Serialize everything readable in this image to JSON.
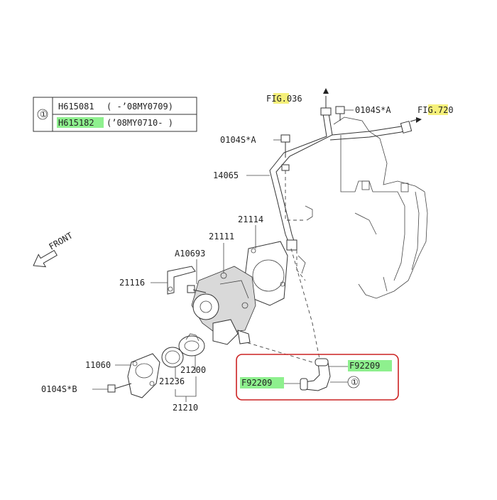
{
  "table": {
    "circle": "①",
    "rows": [
      {
        "part": "H615081",
        "range": "( -’08MY0709)"
      },
      {
        "part": "H615182",
        "range": "(’08MY0710- )"
      }
    ]
  },
  "fig_refs": {
    "fig036": "FIG.036",
    "fig720": "FIG.720"
  },
  "labels": {
    "bolt_a_top": "0104S*A",
    "bolt_a_mid": "0104S*A",
    "bolt_b": "0104S*B",
    "pipe": "14065",
    "gasket_21114": "21114",
    "pump_21111": "21111",
    "bolt_a10693": "A10693",
    "bracket_21116": "21116",
    "cover_11060": "11060",
    "thermostat_21200": "21200",
    "gasket_21236": "21236",
    "assembly_21210": "21210",
    "front": "FRONT",
    "clip_right": "F92209",
    "clip_left": "F92209",
    "hose_circle": "①"
  },
  "colors": {
    "highlight_green": "#8ef08e",
    "highlight_yellow": "#f5f07a",
    "callout_box": "#cc2222"
  }
}
